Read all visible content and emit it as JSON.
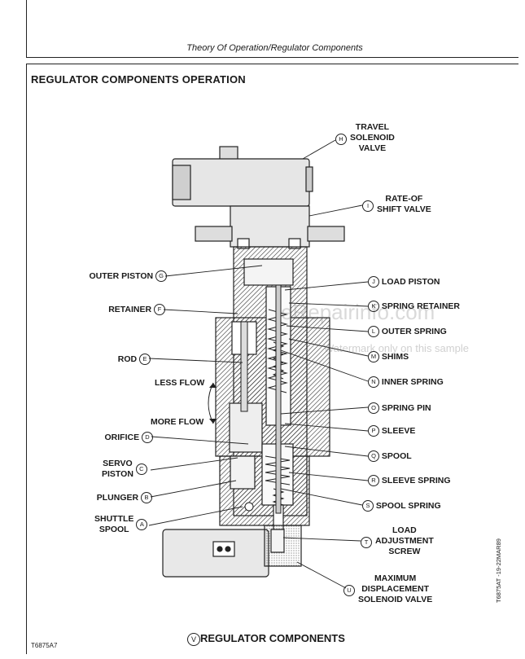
{
  "header": {
    "title": "Theory Of Operation/Regulator Components"
  },
  "section_title": "REGULATOR COMPONENTS OPERATION",
  "labels_right": [
    {
      "letter": "H",
      "text": "TRAVEL\nSOLENOID\nVALVE"
    },
    {
      "letter": "I",
      "text": "RATE-OF\nSHIFT VALVE"
    },
    {
      "letter": "J",
      "text": "LOAD PISTON"
    },
    {
      "letter": "K",
      "text": "SPRING RETAINER"
    },
    {
      "letter": "L",
      "text": "OUTER SPRING"
    },
    {
      "letter": "M",
      "text": "SHIMS"
    },
    {
      "letter": "N",
      "text": "INNER SPRING"
    },
    {
      "letter": "O",
      "text": "SPRING PIN"
    },
    {
      "letter": "P",
      "text": "SLEEVE"
    },
    {
      "letter": "Q",
      "text": "SPOOL"
    },
    {
      "letter": "R",
      "text": "SLEEVE SPRING"
    },
    {
      "letter": "S",
      "text": "SPOOL SPRING"
    },
    {
      "letter": "T",
      "text": "LOAD\nADJUSTMENT\nSCREW"
    },
    {
      "letter": "U",
      "text": "MAXIMUM\nDISPLACEMENT\nSOLENOID VALVE"
    }
  ],
  "labels_left": [
    {
      "letter": "G",
      "text": "OUTER PISTON"
    },
    {
      "letter": "F",
      "text": "RETAINER"
    },
    {
      "letter": "E",
      "text": "ROD"
    },
    {
      "letter": "D",
      "text": "ORIFICE"
    },
    {
      "letter": "C",
      "text": "SERVO\nPISTON"
    },
    {
      "letter": "B",
      "text": "PLUNGER"
    },
    {
      "letter": "A",
      "text": "SHUTTLE\nSPOOL"
    }
  ],
  "flow_labels": {
    "less": "LESS FLOW",
    "more": "MORE FLOW"
  },
  "caption": {
    "letter": "V",
    "text": "REGULATOR COMPONENTS"
  },
  "figure_id": "T6875A7",
  "side_code": "T6875AT   -19-22MAR89",
  "watermark": {
    "main": "eRepairinfo.com",
    "sub": "Watermark only on this sample"
  }
}
